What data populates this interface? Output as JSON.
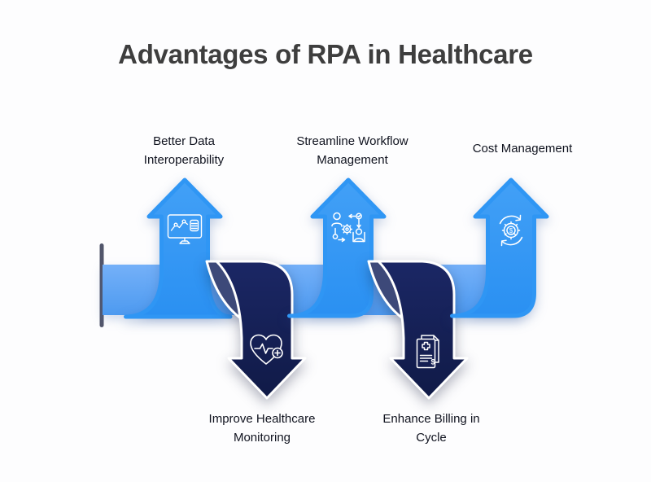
{
  "title": "Advantages of RPA in Healthcare",
  "colors": {
    "background": "#fdfdfe",
    "title_text": "#3e3e3e",
    "label_text": "#10131f",
    "up_arrow_blue": "#2f96f4",
    "band_light_blue": "#67aaf5",
    "down_arrow_navy": "#141f52",
    "ribbon_fold_slate": "#3d4979",
    "icon_stroke": "#ffffff"
  },
  "items": [
    {
      "id": "better-data-interoperability",
      "direction": "up",
      "label_line1": "Better Data",
      "label_line2": "Interoperability",
      "icon": "monitor-analytics-icon"
    },
    {
      "id": "improve-healthcare-monitoring",
      "direction": "down",
      "label_line1": "Improve Healthcare",
      "label_line2": "Monitoring",
      "icon": "heart-monitoring-icon"
    },
    {
      "id": "streamline-workflow-management",
      "direction": "up",
      "label_line1": "Streamline Workflow",
      "label_line2": "Management",
      "icon": "workflow-automation-icon"
    },
    {
      "id": "enhance-billing-in-cycle",
      "direction": "down",
      "label_line1": "Enhance Billing in",
      "label_line2": "Cycle",
      "icon": "medical-billing-icon"
    },
    {
      "id": "cost-management",
      "direction": "up",
      "label_line1": "Cost Management",
      "label_line2": "",
      "icon": "cost-cycle-gear-icon"
    }
  ]
}
